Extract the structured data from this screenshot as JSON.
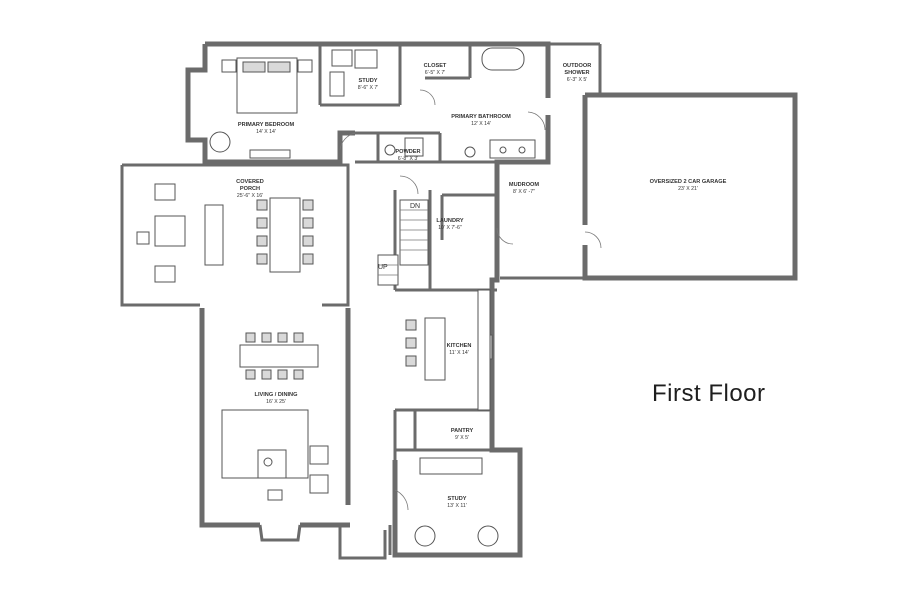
{
  "floor_title": "First Floor",
  "rooms": {
    "primary_bedroom": {
      "name": "PRIMARY BEDROOM",
      "dim": "14' X 14'"
    },
    "study_upper": {
      "name": "STUDY",
      "dim": "8'-6\" X 7'"
    },
    "closet": {
      "name": "CLOSET",
      "dim": "6'-5\" X 7'"
    },
    "outdoor_shower": {
      "name_line1": "OUTDOOR",
      "name_line2": "SHOWER",
      "dim": "6'-3\" X 5'"
    },
    "primary_bathroom": {
      "name": "PRIMARY BATHROOM",
      "dim": "12' X 14'"
    },
    "powder": {
      "name": "POWDER",
      "dim": "6'-8\" X 3'"
    },
    "covered_porch": {
      "name_line1": "COVERED",
      "name_line2": "PORCH",
      "dim": "25'-6\" X 16'"
    },
    "mudroom": {
      "name": "MUDROOM",
      "dim": "8' X 6' -7\""
    },
    "laundry": {
      "name": "LAUNDRY",
      "dim": "10' X 7'-6\""
    },
    "garage": {
      "name": "OVERSIZED 2 CAR GARAGE",
      "dim": "23' X 21'"
    },
    "kitchen": {
      "name": "KITCHEN",
      "dim": "11' X 14'"
    },
    "living_dining": {
      "name": "LIVING / DINING",
      "dim": "16' X 25'"
    },
    "pantry": {
      "name": "PANTRY",
      "dim": "9' X 5'"
    },
    "study_lower": {
      "name": "STUDY",
      "dim": "13' X 11'"
    }
  },
  "stairs": {
    "down_label": "DN",
    "up_label": "UP"
  },
  "colors": {
    "wall": "#6b6b6b",
    "fixture_fill": "#d9d9d9",
    "background": "#ffffff",
    "text": "#333333"
  }
}
